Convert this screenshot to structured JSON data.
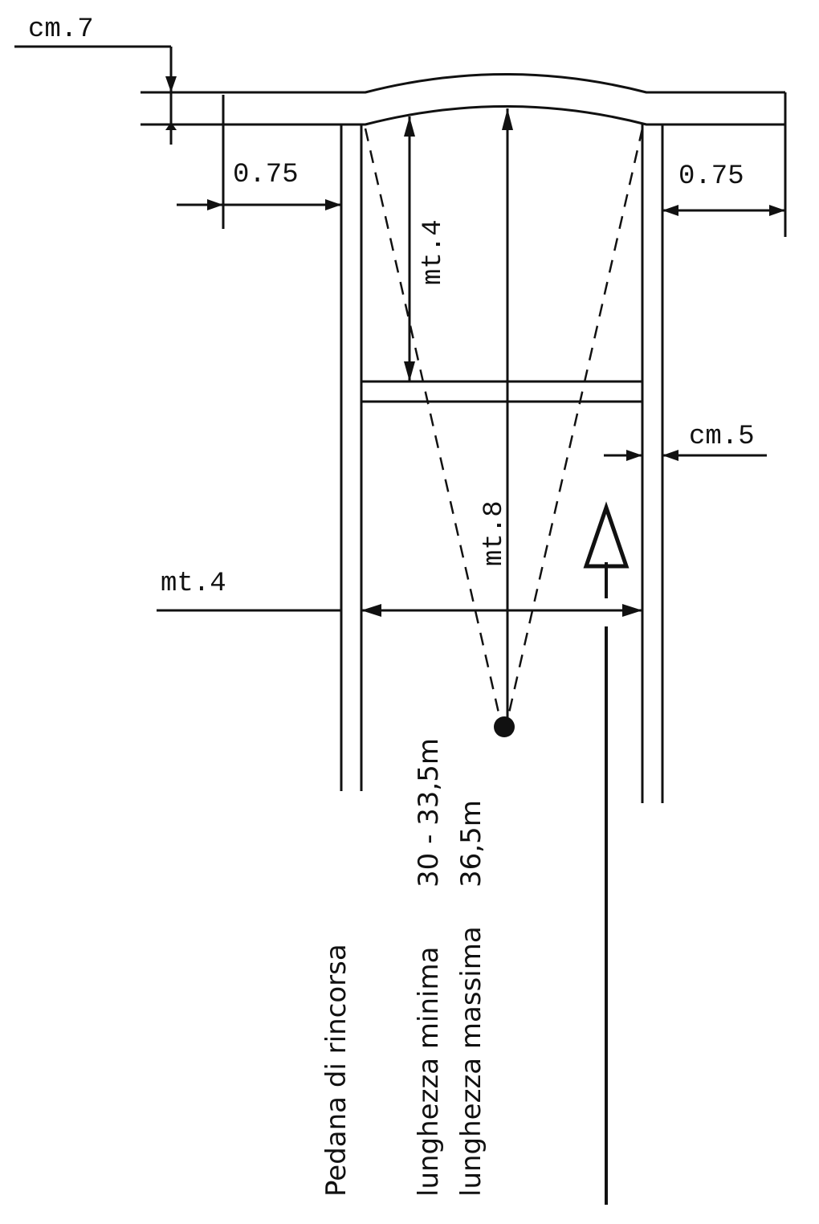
{
  "labels": {
    "top_thickness": "cm.7",
    "left_extension": "0.75",
    "right_extension": "0.75",
    "inner_length": "mt.4",
    "side_thickness": "cm.5",
    "total_length": "mt.8",
    "width": "mt.4"
  },
  "legend": {
    "title": "Pedana di rincorsa",
    "min_label": "lunghezza minima",
    "min_value": "30 - 33,5m",
    "max_label": "lunghezza massima",
    "max_value": "36,5m"
  }
}
